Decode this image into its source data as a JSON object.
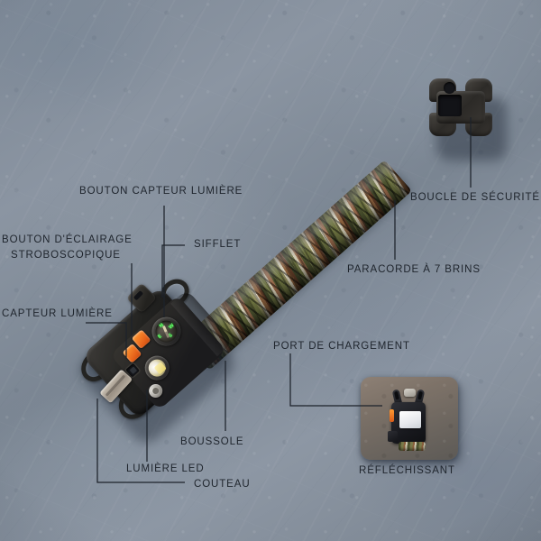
{
  "graphic": {
    "kind": "annotated-product-infographic",
    "product": "bracelet de survie en paracorde multifonction",
    "language": "fr",
    "background_color": "#7d8896",
    "label_color": "#20262e",
    "leader_line_color": "#1d232b"
  },
  "labels": {
    "light_sensor_button": "BOUTON CAPTEUR LUMIÈRE",
    "strobe_button_line1": "BOUTON D'ÉCLAIRAGE",
    "strobe_button_line2": "STROBOSCOPIQUE",
    "light_sensor": "CAPTEUR LUMIÈRE",
    "whistle": "SIFFLET",
    "safety_buckle": "BOUCLE DE SÉCURITÉ",
    "paracord": "PARACORDE À 7 BRINS",
    "compass": "BOUSSOLE",
    "led_light": "LUMIÈRE LED",
    "knife": "COUTEAU",
    "charging_port": "PORT DE CHARGEMENT",
    "reflective": "RÉFLÉCHISSANT"
  },
  "parts": {
    "buckle": {
      "name": "boucle de sécurité",
      "color": "#2c2a27"
    },
    "paracord": {
      "name": "paracorde à 7 brins",
      "pattern": "camouflage",
      "colors": [
        "#4e5430",
        "#6d7340",
        "#d8d2bc",
        "#8a5f3c",
        "#5c3a26"
      ]
    },
    "module": {
      "name": "module de contrôle",
      "color": "#222220"
    },
    "button_primary": {
      "name": "bouton orange",
      "color": "#e5611a"
    },
    "button_secondary": {
      "name": "bouton orange",
      "color": "#e5611a"
    },
    "compass": {
      "name": "boussole",
      "dial_color": "#5dff63",
      "cardinals": {
        "north": "N",
        "south": "S",
        "east": "E",
        "west": "W"
      }
    },
    "led": {
      "name": "lumière LED",
      "color": "#e9e4d2"
    },
    "light_sensor": {
      "name": "capteur lumière",
      "color": "#15161a"
    },
    "strobe_button": {
      "name": "bouton stroboscopique",
      "color": "#9d9a94"
    },
    "knife": {
      "name": "couteau",
      "color": "#b8aea0"
    },
    "whistle": {
      "name": "sifflet",
      "color": "#23221f"
    }
  },
  "inset": {
    "name": "vue détaillée du port de chargement et de la bande réfléchissante",
    "background_color": "#7d7268",
    "reflective_patch_color": "#ffffff",
    "charging_port_color": "#d95b18"
  }
}
